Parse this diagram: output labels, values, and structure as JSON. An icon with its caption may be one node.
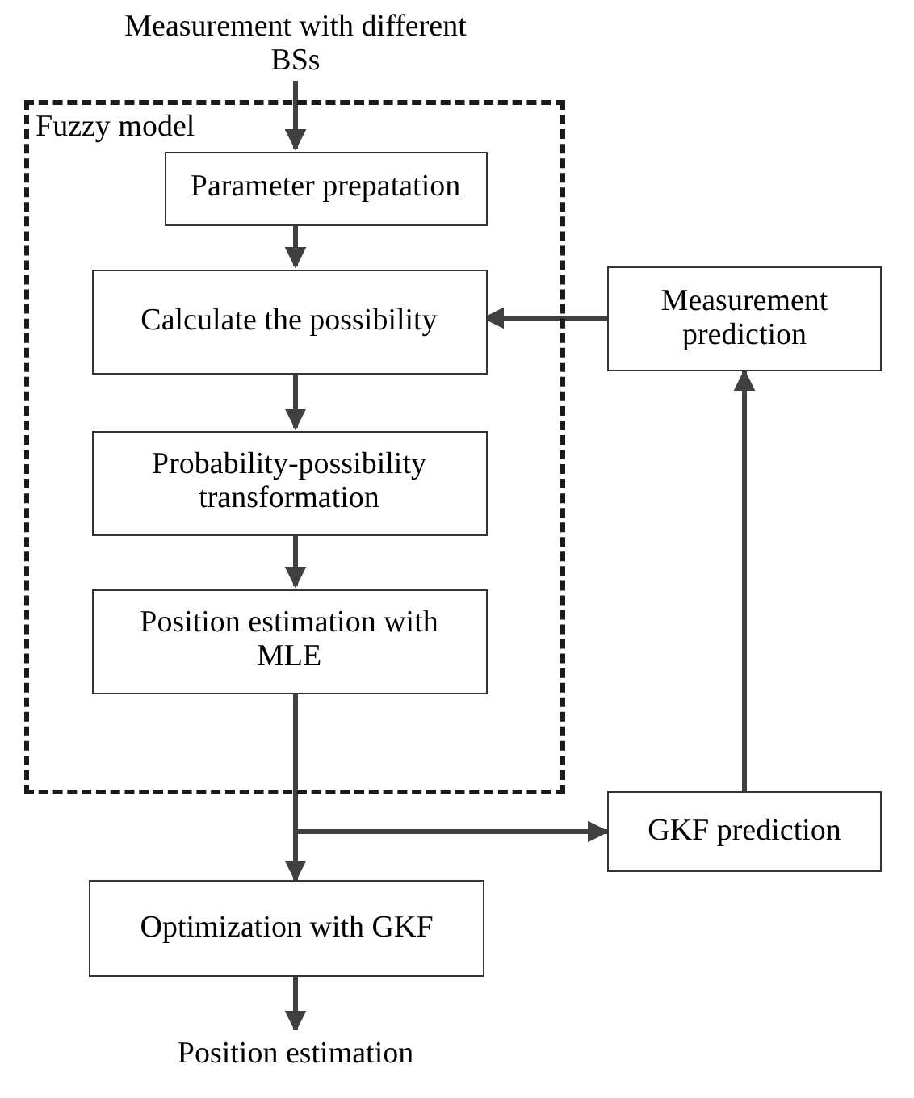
{
  "diagram": {
    "nodes": [
      {
        "text": [
          "Measurement with different BSs"
        ]
      },
      {
        "text": [
          "Fuzzy model"
        ]
      },
      {
        "text": [
          "Parameter prepatation"
        ],
        "in": 1
      },
      {
        "text": [
          "Calculate the possibility"
        ],
        "in": 1
      },
      {
        "text": [
          "Probability-possibility transformation"
        ],
        "in": 1
      },
      {
        "text": [
          "Position estimation with MLE"
        ],
        "in": 1
      },
      {
        "text": [
          "Measurement prediction"
        ]
      },
      {
        "text": [
          "GKF prediction"
        ]
      },
      {
        "text": [
          "Optimization with GKF"
        ]
      },
      {
        "text": [
          "Position estimation"
        ]
      }
    ],
    "edges": [
      {
        "from": 0,
        "to": 2,
        "arrow": "to"
      },
      {
        "from": 2,
        "to": 3,
        "arrow": "to"
      },
      {
        "from": 3,
        "to": 4,
        "arrow": "to"
      },
      {
        "from": 4,
        "to": 5,
        "arrow": "to"
      },
      {
        "from": 5,
        "to": 8,
        "arrow": "to"
      },
      {
        "from": 5,
        "to": 7,
        "arrow": "to"
      },
      {
        "from": 7,
        "to": 6,
        "arrow": "to"
      },
      {
        "from": 6,
        "to": 3,
        "arrow": "to"
      },
      {
        "from": 8,
        "to": 9,
        "arrow": "to"
      }
    ]
  }
}
